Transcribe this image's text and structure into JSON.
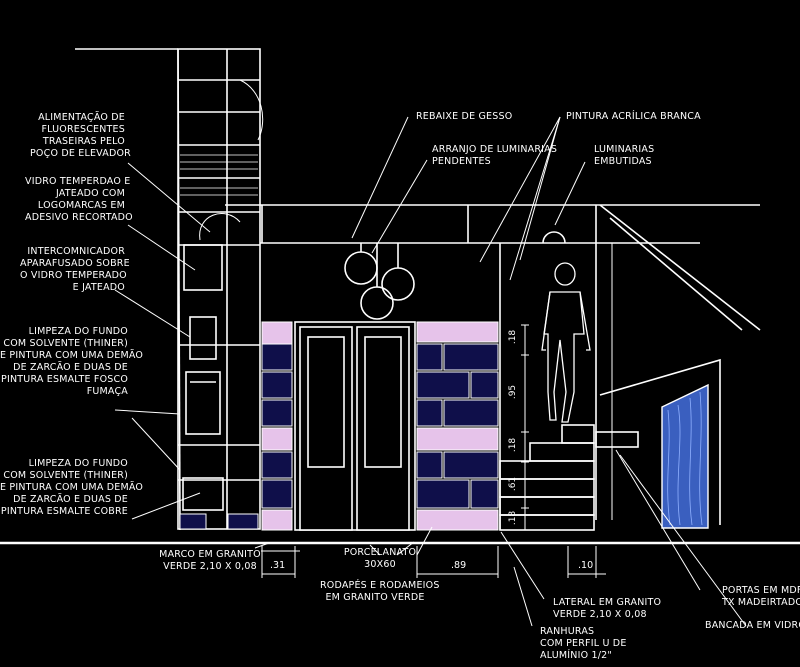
{
  "colors": {
    "background": "#000000",
    "line": "#ffffff",
    "tile_navy": "#0f0f4a",
    "tile_pink": "#e6c3ea",
    "glass_blue": "#3a5fbf"
  },
  "labels": {
    "alimentacao": "ALIMENTAÇÃO DE\nFLUORESCENTES\nTRASEIRAS PELO\nPOÇO DE ELEVADOR",
    "vidro": "VIDRO TEMPERDAO E\nJATEADO COM\nLOGOMARCAS EM\nADESIVO RECORTADO",
    "intercomunicador": "INTERCOMNICADOR\nAPARAFUSADO SOBRE\nO VIDRO TEMPERADO\nE JATEADO",
    "limpeza1": "LIMPEZA DO FUNDO\nCOM SOLVENTE (THINER)\nE PINTURA COM UMA DEMÃO\nDE ZARCÃO E DUAS DE\nPINTURA ESMALTE FOSCO\nFUMAÇA",
    "limpeza2": "LIMPEZA DO FUNDO\nCOM SOLVENTE (THINER)\nE PINTURA COM UMA DEMÃO\nDE ZARCÃO E DUAS DE\nPINTURA ESMALTE COBRE",
    "rebaixe": "REBAIXE DE GESSO",
    "arranjo": "ARRANJO DE LUMINARIAS\nPENDENTES",
    "pintura": "PINTURA ACRÍLICA BRANCA",
    "luminarias": "LUMINARIAS\nEMBUTIDAS",
    "marco": "MARCO EM GRANITO\nVERDE 2,10 X 0,08",
    "porcelanato": "PORCELANATO\n30X60",
    "rodapes": "RODAPÉS E RODAMEIOS\nEM GRANITO VERDE",
    "lateral": "LATERAL EM GRANITO\nVERDE 2,10 X 0,08",
    "ranhuras": "RANHURAS\nCOM PERFIL U DE\nALUMÍNIO 1/2\"",
    "portas": "PORTAS EM MDF\nTX MADEIRTADO",
    "bancada": "BANCADA EM VIDRO"
  },
  "dimensions": {
    "d31": ".31",
    "d89": ".89",
    "d10": ".10",
    "v18a": ".18",
    "v95": ".95",
    "v18b": ".18",
    "v61": ".61",
    "v18c": ".18"
  }
}
